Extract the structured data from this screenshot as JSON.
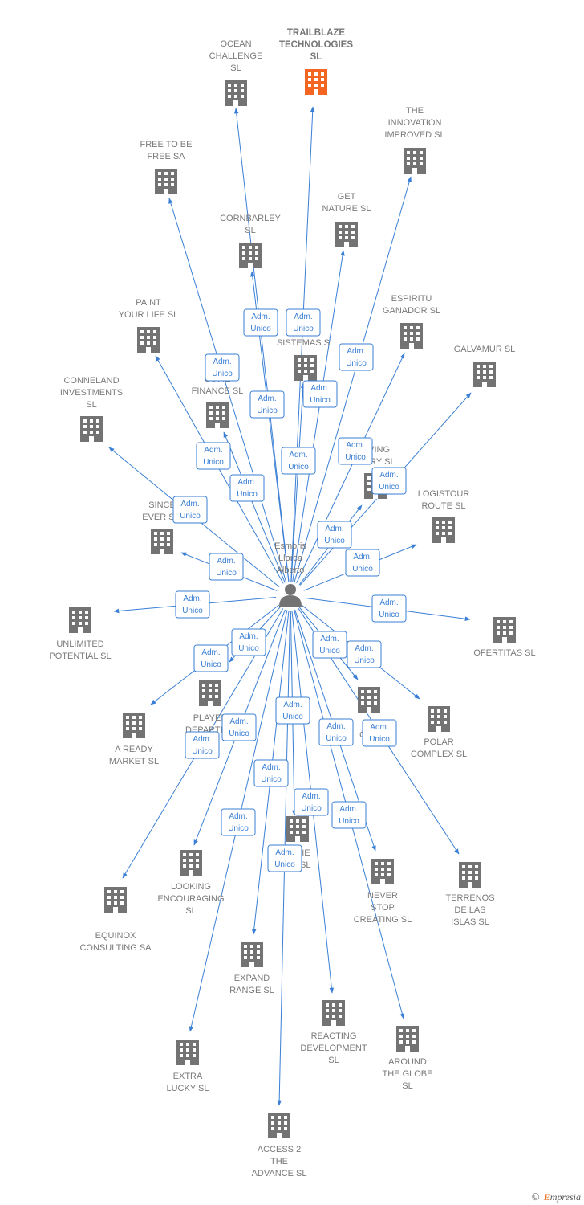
{
  "center": {
    "name_lines": [
      "Esmoris",
      "Llorca",
      "Alberto"
    ]
  },
  "role_label": [
    "Adm.",
    "Unico"
  ],
  "colors": {
    "edge": "#3a7fd5",
    "building": "#737373",
    "highlight": "#f26522"
  },
  "companies": [
    {
      "id": "trailblaze",
      "lines": [
        "TRAILBLAZE",
        "TECHNOLOGIES",
        "SL"
      ],
      "highlight": true
    },
    {
      "id": "ocean",
      "lines": [
        "OCEAN",
        "CHALLENGE",
        "SL"
      ]
    },
    {
      "id": "innovation",
      "lines": [
        "THE",
        "INNOVATION",
        "IMPROVED  SL"
      ]
    },
    {
      "id": "freetobe",
      "lines": [
        "FREE TO BE",
        "FREE SA"
      ]
    },
    {
      "id": "getnature",
      "lines": [
        "GET",
        "NATURE  SL"
      ]
    },
    {
      "id": "cornbarley",
      "lines": [
        "CORNBARLEY",
        "SL"
      ]
    },
    {
      "id": "paint",
      "lines": [
        "PAINT",
        "YOUR LIFE  SL"
      ]
    },
    {
      "id": "espiritu",
      "lines": [
        "ESPIRITU",
        "GANADOR SL"
      ]
    },
    {
      "id": "sistemas",
      "lines": [
        "...I",
        "SISTEMAS  SL"
      ]
    },
    {
      "id": "galvamur",
      "lines": [
        "GALVAMUR  SL"
      ]
    },
    {
      "id": "finance",
      "lines": [
        "IN...",
        "CO...E",
        "FINANCE  SL"
      ]
    },
    {
      "id": "conneland",
      "lines": [
        "CONNELAND",
        "INVESTMENTS",
        "SL"
      ]
    },
    {
      "id": "living",
      "lines": [
        "...VING",
        "...ORY  SL"
      ]
    },
    {
      "id": "logistour",
      "lines": [
        "LOGISTOUR",
        "ROUTE  SL"
      ]
    },
    {
      "id": "since",
      "lines": [
        "SINCE",
        "EVER  S..."
      ]
    },
    {
      "id": "unlimited",
      "lines": [
        "UNLIMITED",
        "POTENTIAL  SL"
      ]
    },
    {
      "id": "ofertitas",
      "lines": [
        "OFERTITAS  SL"
      ]
    },
    {
      "id": "player",
      "lines": [
        "PLAYER",
        "DEPARTM..."
      ]
    },
    {
      "id": "aready",
      "lines": [
        "A READY",
        "MARKET  SL"
      ]
    },
    {
      "id": "fo",
      "lines": [
        "F...",
        "O...L"
      ]
    },
    {
      "id": "polar",
      "lines": [
        "POLAR",
        "COMPLEX  SL"
      ]
    },
    {
      "id": "looking",
      "lines": [
        "LOOKING",
        "ENCOURAGING",
        "SL"
      ]
    },
    {
      "id": "the",
      "lines": [
        "...THE",
        "...E  SL"
      ]
    },
    {
      "id": "equinox",
      "lines": [
        "EQUINOX",
        "CONSULTING SA"
      ]
    },
    {
      "id": "neverstop",
      "lines": [
        "NEVER",
        "STOP",
        "CREATING  SL"
      ]
    },
    {
      "id": "terrenos",
      "lines": [
        "TERRENOS",
        "DE LAS",
        "ISLAS  SL"
      ]
    },
    {
      "id": "expand",
      "lines": [
        "EXPAND",
        "RANGE  SL"
      ]
    },
    {
      "id": "reacting",
      "lines": [
        "REACTING",
        "DEVELOPMENT",
        "SL"
      ]
    },
    {
      "id": "around",
      "lines": [
        "AROUND",
        "THE GLOBE",
        "SL"
      ]
    },
    {
      "id": "extralucky",
      "lines": [
        "EXTRA",
        "LUCKY  SL"
      ]
    },
    {
      "id": "access2",
      "lines": [
        "ACCESS 2",
        "THE",
        "ADVANCE  SL"
      ]
    }
  ],
  "footer": {
    "copyright": "©",
    "brand_first": "E",
    "brand_rest": "mpresia"
  }
}
